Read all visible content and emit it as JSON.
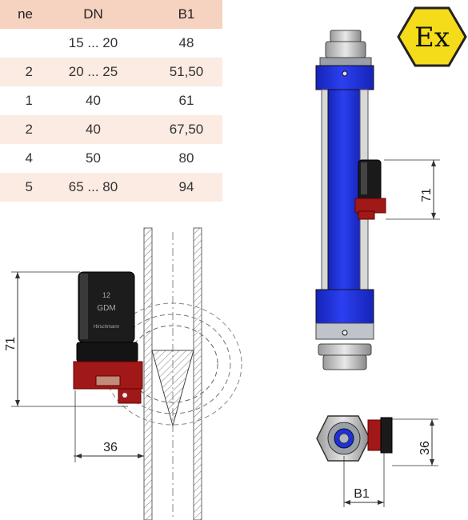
{
  "table": {
    "headers": [
      "ne",
      "DN",
      "B1"
    ],
    "rows": [
      [
        "",
        "15 ... 20",
        "48"
      ],
      [
        "2",
        "20 ... 25",
        "51,50"
      ],
      [
        "1",
        "40",
        "61"
      ],
      [
        "2",
        "40",
        "67,50"
      ],
      [
        "4",
        "50",
        "80"
      ],
      [
        "5",
        "65 ... 80",
        "94"
      ]
    ]
  },
  "dimensions": {
    "top_height": "71",
    "front_height": "71",
    "front_width": "36",
    "bottom_height": "36",
    "bottom_width": "B1"
  },
  "device_label": {
    "line1": "12",
    "line2": "GDM",
    "line3": "Hirschmann"
  },
  "ex_mark": "Ex",
  "colors": {
    "table_header": "#f6d3c0",
    "table_alt_row": "#fcebe2",
    "tube_blue": "#1e2fe0",
    "connector_red": "#a01818",
    "ex_yellow": "#f5dc1a"
  }
}
